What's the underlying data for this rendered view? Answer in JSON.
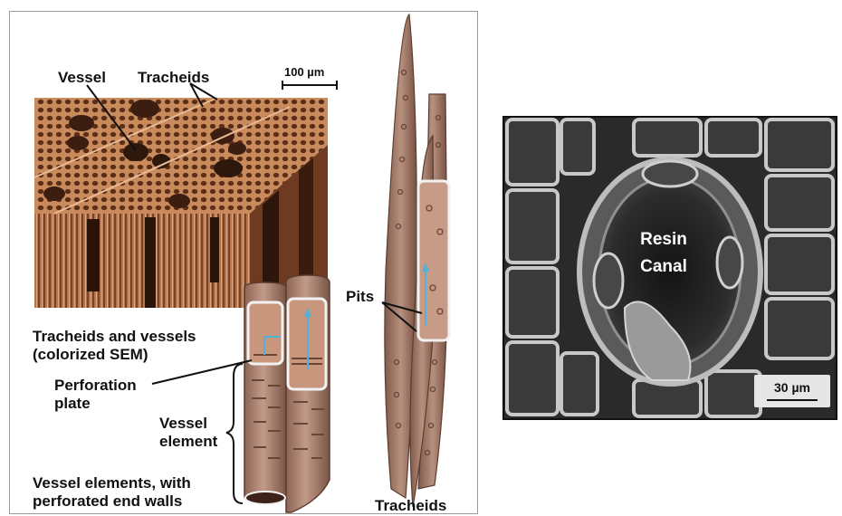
{
  "left_figure": {
    "labels": {
      "vessel": "Vessel",
      "tracheids_top": "Tracheids",
      "scale": "100 µm",
      "sem_caption_line1": "Tracheids and vessels",
      "sem_caption_line2": "(colorized SEM)",
      "perforation_line1": "Perforation",
      "perforation_line2": "plate",
      "vessel_element_line1": "Vessel",
      "vessel_element_line2": "element",
      "vessel_elements_line1": "Vessel elements, with",
      "vessel_elements_line2": "perforated end walls",
      "pits": "Pits",
      "tracheids_bottom": "Tracheids"
    }
  },
  "right_figure": {
    "labels": {
      "resin_line1": "Resin",
      "resin_line2": "Canal",
      "scale": "30 µm"
    }
  },
  "colors": {
    "wood_light": "#d7a17a",
    "wood_mid": "#b5764b",
    "wood_dark": "#4a2614",
    "cell_tube": "#a9806f",
    "cell_tube_dark": "#7b5547",
    "sem_dark": "#262626",
    "sem_wall": "#bdbdbd"
  }
}
